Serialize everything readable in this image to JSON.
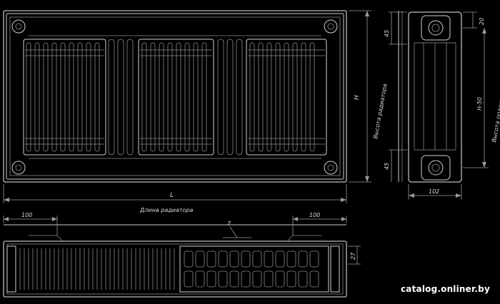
{
  "labels": {
    "length_symbol": "L",
    "length_caption": "Длина радиатора",
    "height_symbol": "H",
    "height_caption": "Высота радиатора",
    "h50_caption": "Высота подключения",
    "h50_symbol": "H-50",
    "dim_45_top": "45",
    "dim_45_bottom": "45",
    "dim_20": "20",
    "dim_102": "102",
    "dim_100_left": "100",
    "dim_100_right": "100",
    "dim_7": "7",
    "dim_27": "27"
  },
  "watermark": "catalog.onliner.by"
}
